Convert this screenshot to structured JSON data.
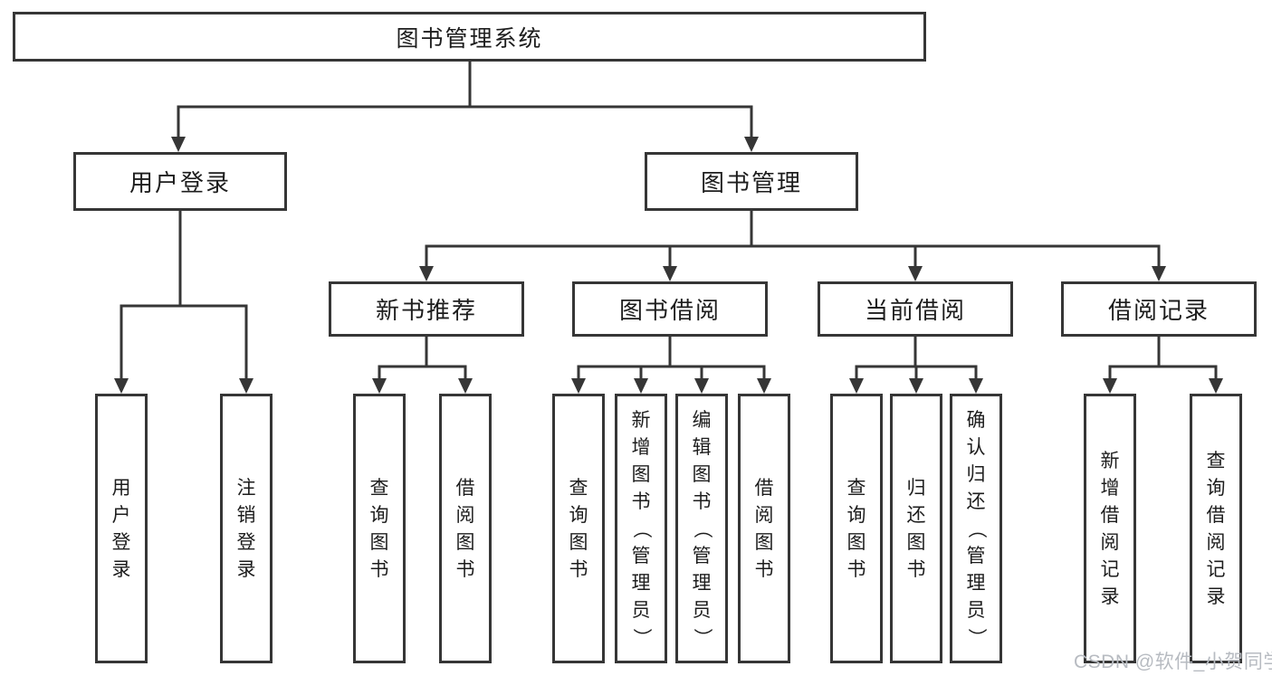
{
  "diagram": {
    "root": {
      "label": "图书管理系统"
    },
    "branches": [
      {
        "label": "用户登录",
        "children": [
          {
            "label": "用户登录"
          },
          {
            "label": "注销登录"
          }
        ]
      },
      {
        "label": "图书管理",
        "children": [
          {
            "label": "新书推荐",
            "children": [
              {
                "label": "查询图书"
              },
              {
                "label": "借阅图书"
              }
            ]
          },
          {
            "label": "图书借阅",
            "children": [
              {
                "label": "查询图书"
              },
              {
                "label": "新增图书（管理员）"
              },
              {
                "label": "编辑图书（管理员）"
              },
              {
                "label": "借阅图书"
              }
            ]
          },
          {
            "label": "当前借阅",
            "children": [
              {
                "label": "查询图书"
              },
              {
                "label": "归还图书"
              },
              {
                "label": "确认归还（管理员）"
              }
            ]
          },
          {
            "label": "借阅记录",
            "children": [
              {
                "label": "新增借阅记录"
              },
              {
                "label": "查询借阅记录"
              }
            ]
          }
        ]
      }
    ]
  },
  "watermark": {
    "text": "CSDN @软件_小贺同学"
  },
  "colors": {
    "line": "#363636",
    "text": "#1d1d1d",
    "background": "#ffffff",
    "watermark": "#b7bbc1"
  }
}
